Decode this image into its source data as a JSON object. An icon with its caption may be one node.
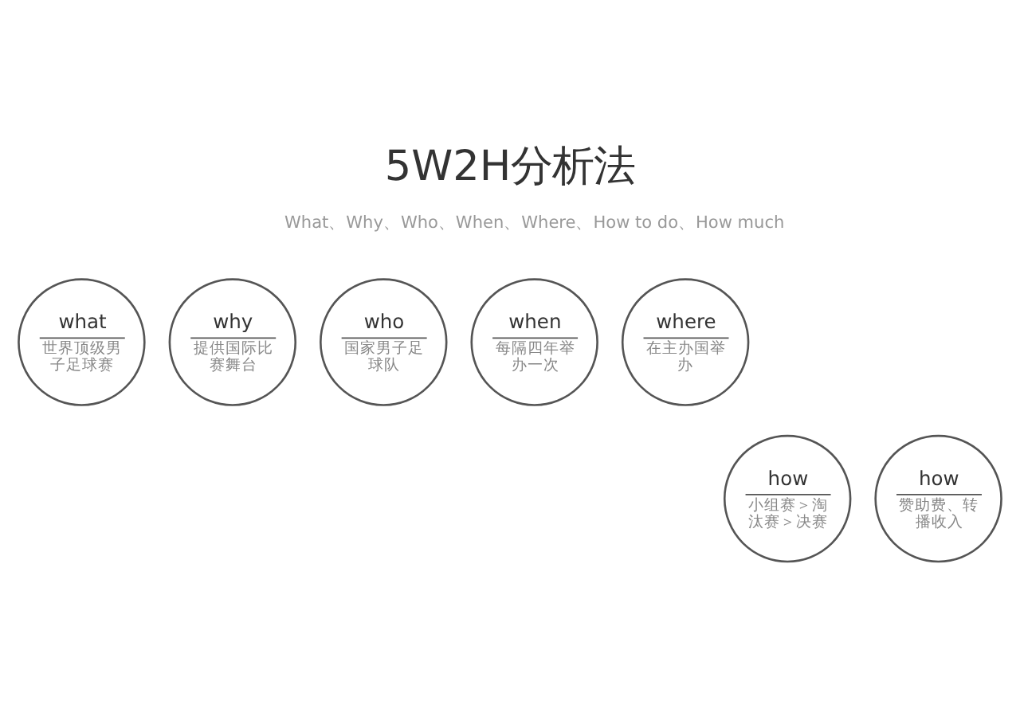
{
  "diagram": {
    "title": "5W2H分析法",
    "nodes": [
      {
        "text": [
          "what",
          "世界顶级男子足球赛"
        ]
      },
      {
        "text": [
          "why",
          "提供国际比赛舞台"
        ]
      },
      {
        "text": [
          "who",
          "国家男子足球队"
        ]
      },
      {
        "text": [
          "when",
          "每隔四年举办一次"
        ]
      },
      {
        "text": [
          "where",
          "在主办国举办"
        ]
      },
      {
        "text": [
          "how",
          "小组赛＞淘汰赛＞决赛"
        ]
      },
      {
        "text": [
          "how",
          "赞助费、转播收入"
        ]
      }
    ],
    "labels": [
      "What、Why、Who、When、Where、How to do、How much"
    ]
  }
}
